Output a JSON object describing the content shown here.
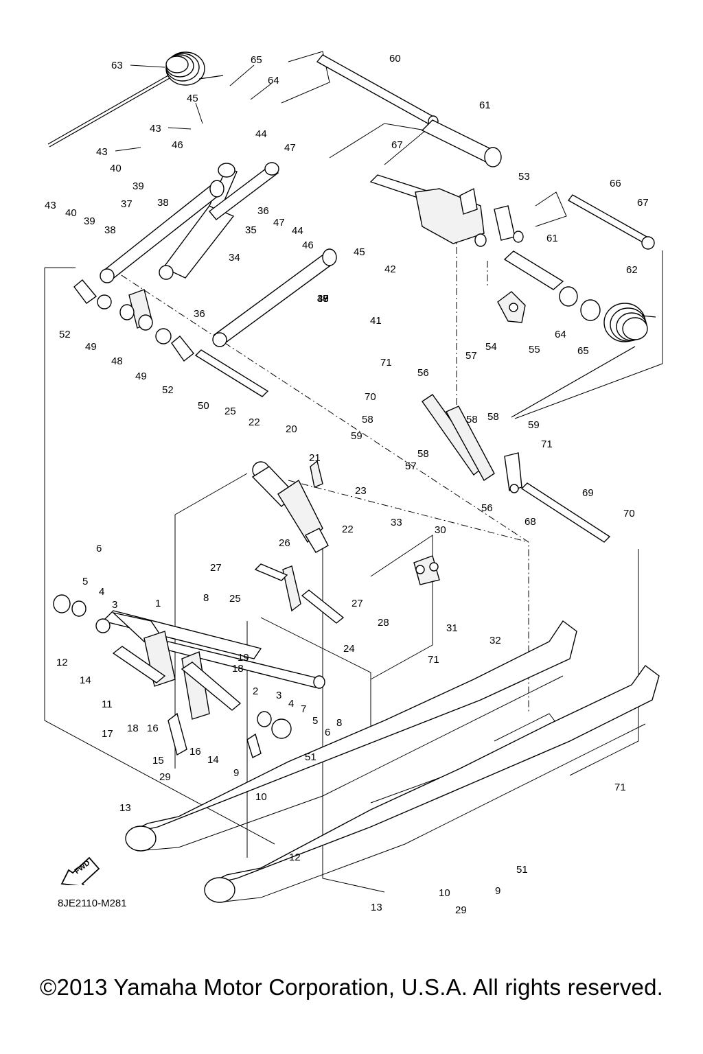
{
  "diagram": {
    "code": "8JE2110-M281",
    "fwd_label": "FWD",
    "callouts": [
      "1",
      "2",
      "3",
      "4",
      "5",
      "6",
      "7",
      "8",
      "9",
      "10",
      "11",
      "12",
      "13",
      "14",
      "15",
      "16",
      "17",
      "18",
      "19",
      "20",
      "21",
      "22",
      "23",
      "24",
      "25",
      "26",
      "27",
      "28",
      "29",
      "30",
      "31",
      "32",
      "33",
      "34",
      "35",
      "36",
      "37",
      "38",
      "39",
      "40",
      "41",
      "42",
      "43",
      "44",
      "45",
      "46",
      "47",
      "48",
      "49",
      "50",
      "51",
      "52",
      "53",
      "54",
      "55",
      "56",
      "57",
      "58",
      "59",
      "60",
      "61",
      "62",
      "63",
      "64",
      "65",
      "66",
      "67",
      "68",
      "69",
      "70",
      "71"
    ]
  },
  "footer": {
    "copyright": "©2013 Yamaha Motor Corporation, U.S.A. All rights reserved."
  }
}
